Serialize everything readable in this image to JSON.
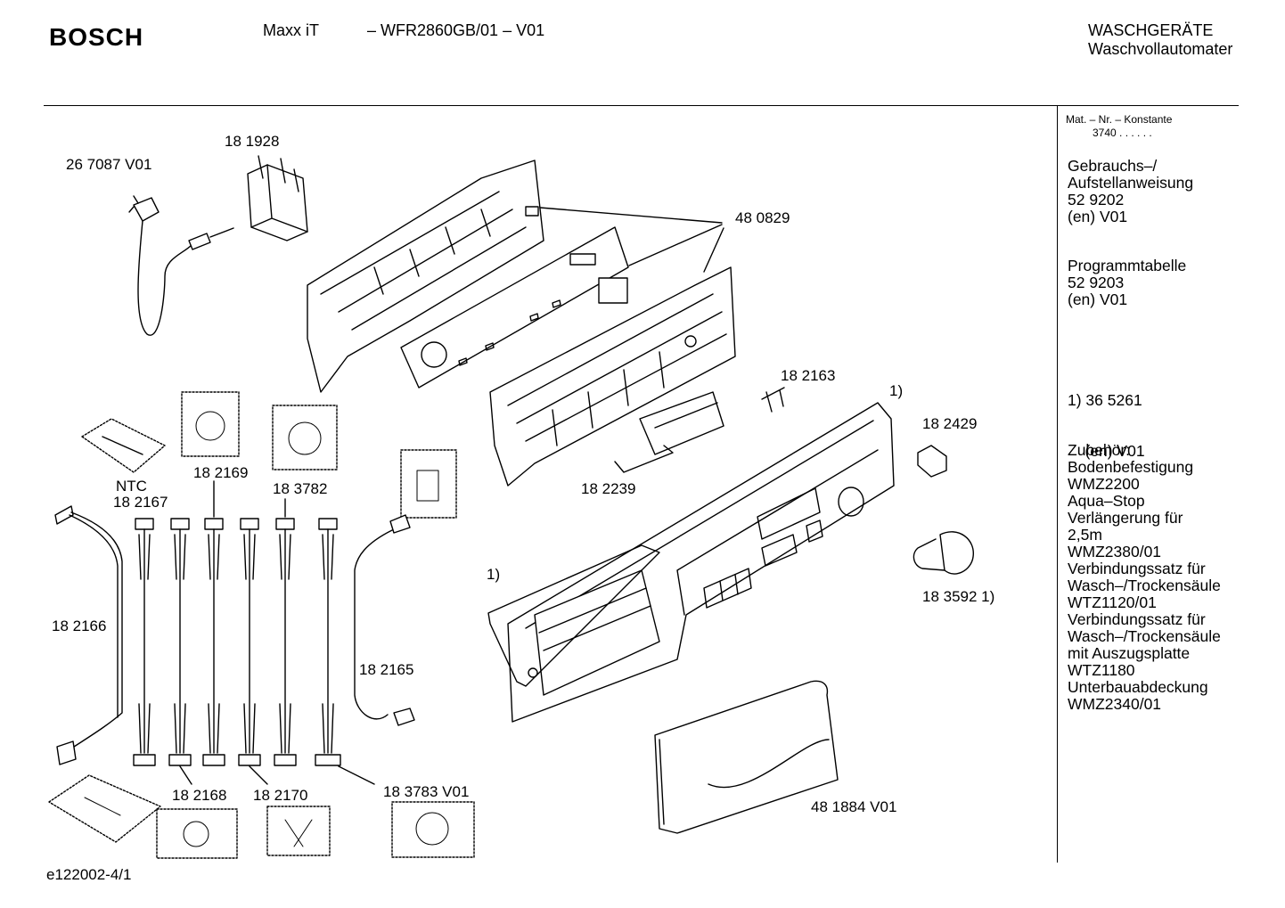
{
  "header": {
    "brand": "BOSCH",
    "model": "Maxx iT",
    "code": "– WFR2860GB/01 – V01",
    "category_1": "WASCHGERÄTE",
    "category_2": "Waschvollautomater"
  },
  "sidebar": {
    "mat_line": "Mat. – Nr. – Konstante",
    "mat_value": "3740  .  .  .  .  .  .",
    "doc1": [
      "Gebrauchs–/",
      "Aufstellanweisung",
      "52 9202",
      "(en) V01"
    ],
    "doc2": [
      "Programmtabelle",
      "52 9203",
      "(en) V01"
    ],
    "doc3": [
      "1) 36 5261",
      "    (en) V01"
    ],
    "accessories": [
      "Zubehör:",
      "Bodenbefestigung",
      "WMZ2200",
      "Aqua–Stop",
      "Verlängerung für",
      "2,5m",
      "WMZ2380/01",
      "Verbindungssatz für",
      "Wasch–/Trockensäule",
      "WTZ1120/01",
      "Verbindungssatz für",
      "Wasch–/Trockensäule",
      "mit  Auszugsplatte",
      "WTZ1180",
      "Unterbauabdeckung",
      "WMZ2340/01"
    ]
  },
  "labels": {
    "cable": "26 7087 V01",
    "filter": "18 1928",
    "frame": "48 0829",
    "knob_shaft": "18 2163",
    "note_panel": "1)",
    "switch": "18 2429",
    "display": "18 2239",
    "ntc": "NTC",
    "ntc_num": "18 2167",
    "h2169": "18 2169",
    "h3782": "18 3782",
    "h2166": "18 2166",
    "h2165": "18 2165",
    "note_seal": "1)",
    "knob": "18 3592 1)",
    "h2168": "18 2168",
    "h2170": "18 2170",
    "h3783": "18 3783 V01",
    "drawer": "48 1884 V01"
  },
  "footer": "e122002-4/1"
}
